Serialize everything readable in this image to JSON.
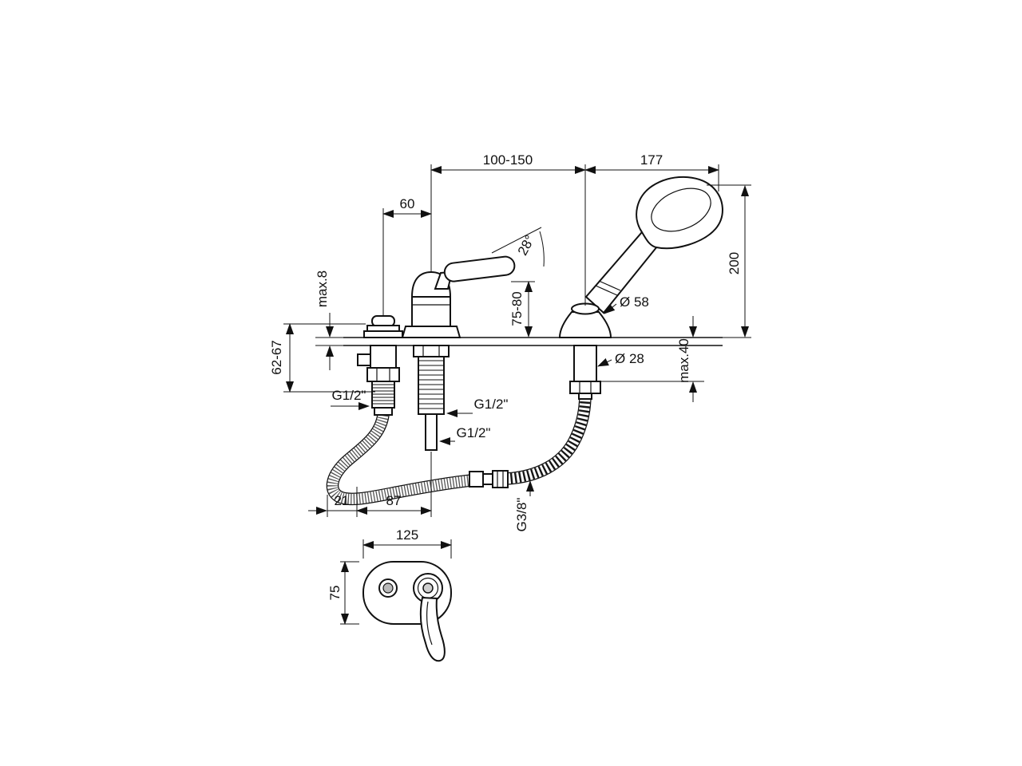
{
  "drawing": {
    "dims": {
      "span_deck": "100-150",
      "span_shower": "177",
      "axis_spacing": "60",
      "deck_max8": "max.8",
      "height_62_67": "62-67",
      "height_75_80": "75-80",
      "handle_angle": "28°",
      "shower_height": "200",
      "holder_diameter": "Ø 58",
      "tube_diameter": "Ø 28",
      "deck_max40": "max.40",
      "thread_left": "G1/2\"",
      "thread_center": "G1/2\"",
      "thread_bottom": "G1/2\"",
      "offset_21": "21",
      "offset_87": "87",
      "hose_thread": "G3/8\"",
      "plate_width": "125",
      "plate_height": "75"
    }
  }
}
